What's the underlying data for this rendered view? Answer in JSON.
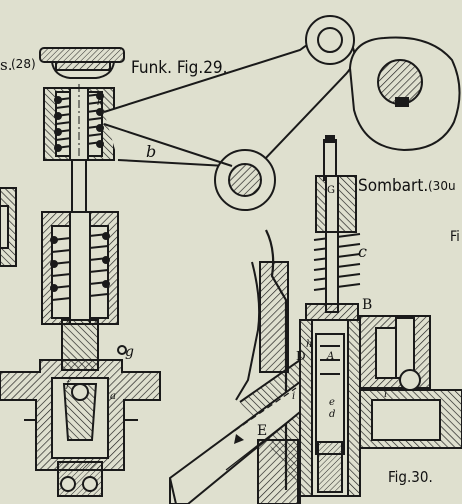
{
  "captions": {
    "left_fragment": "s.",
    "left_ref": "(28)",
    "funk": "Funk. Fig.29.",
    "sombart": "Sombart.",
    "sombart_ref": "(30u",
    "right_fragment": "Fi",
    "fig30": "Fig.30."
  },
  "labels": {
    "b": "b",
    "c": "c",
    "B": "B",
    "g": "g",
    "E": "E",
    "D": "D",
    "h": "h",
    "a": "a",
    "i": "i",
    "e": "e",
    "d": "d",
    "k": "k",
    "f": "f",
    "G": "G",
    "A": "A"
  },
  "colors": {
    "paper": "#dfe0cf",
    "ink": "#1a1a1a"
  }
}
